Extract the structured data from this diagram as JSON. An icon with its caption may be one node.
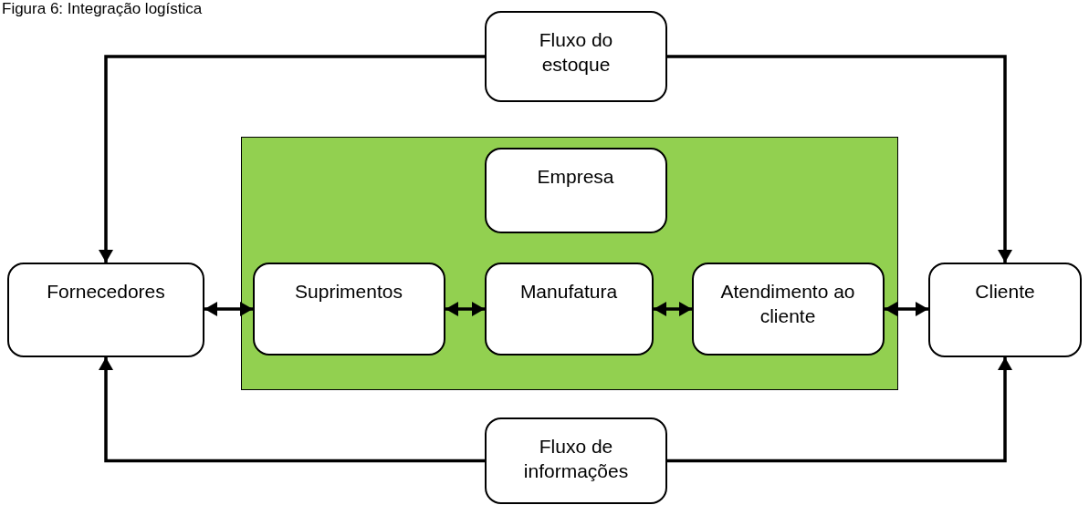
{
  "diagram": {
    "title": "Figura 6: Integração logística",
    "nodes": [
      {
        "text": [
          "Fluxo do estoque"
        ]
      },
      {
        "text": [],
        "shape": "box"
      },
      {
        "text": [
          "Empresa"
        ],
        "in": 1
      },
      {
        "text": [
          "Fornecedores"
        ]
      },
      {
        "text": [
          "Suprimentos"
        ],
        "in": 1
      },
      {
        "text": [
          "Manufatura"
        ],
        "in": 1
      },
      {
        "text": [
          "Atendimento ao cliente"
        ],
        "in": 1
      },
      {
        "text": [
          "Cliente"
        ]
      },
      {
        "text": [
          "Fluxo de informações"
        ]
      }
    ],
    "edges": [
      {
        "from": 0,
        "to": 3,
        "arrow": "to"
      },
      {
        "from": 0,
        "to": 7,
        "arrow": "to"
      },
      {
        "from": 8,
        "to": 3,
        "arrow": "to"
      },
      {
        "from": 8,
        "to": 7,
        "arrow": "to"
      },
      {
        "from": 3,
        "to": 4,
        "arrow": "both"
      },
      {
        "from": 4,
        "to": 5,
        "arrow": "both"
      },
      {
        "from": 5,
        "to": 6,
        "arrow": "both"
      },
      {
        "from": 6,
        "to": 7,
        "arrow": "both"
      }
    ]
  }
}
